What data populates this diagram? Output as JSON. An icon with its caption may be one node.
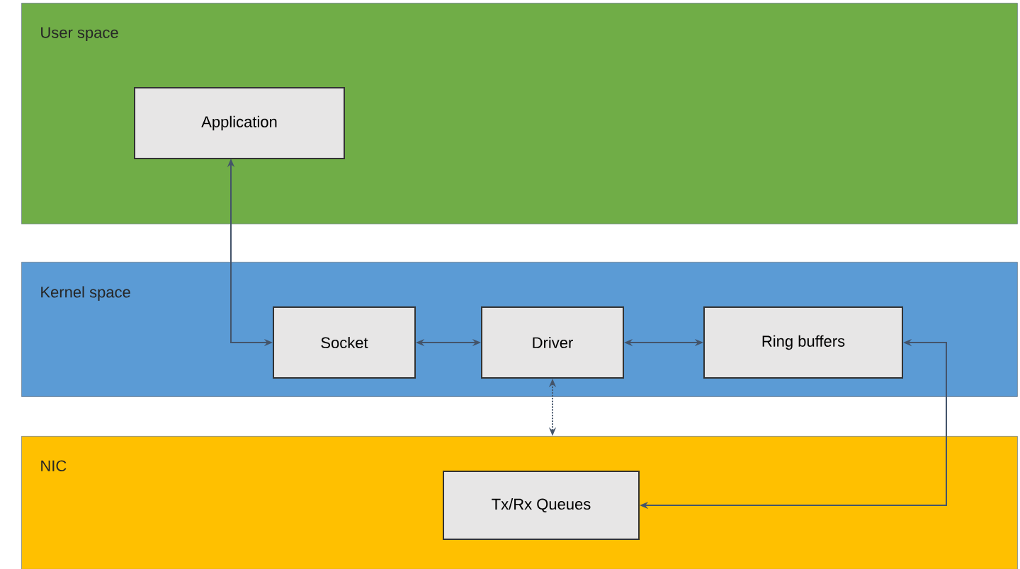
{
  "diagram": {
    "nodes": [
      {
        "text": [
          "User space"
        ]
      },
      {
        "text": [
          "Application"
        ],
        "in": 0
      },
      {
        "text": [
          "Kernel space"
        ]
      },
      {
        "text": [
          "Socket"
        ],
        "in": 2
      },
      {
        "text": [
          "Driver"
        ],
        "in": 2
      },
      {
        "text": [
          "Ring buffers"
        ],
        "in": 2
      },
      {
        "text": [
          "NIC"
        ]
      },
      {
        "text": [
          "Tx/Rx Queues"
        ],
        "in": 6
      }
    ],
    "edges": [
      {
        "from": 1,
        "to": 3,
        "arrow": "both"
      },
      {
        "from": 3,
        "to": 4,
        "arrow": "both"
      },
      {
        "from": 4,
        "to": 5,
        "arrow": "both"
      },
      {
        "from": 5,
        "to": 7,
        "arrow": "both"
      },
      {
        "from": 4,
        "to": 6,
        "arrow": "both",
        "style": "dashed"
      }
    ]
  }
}
